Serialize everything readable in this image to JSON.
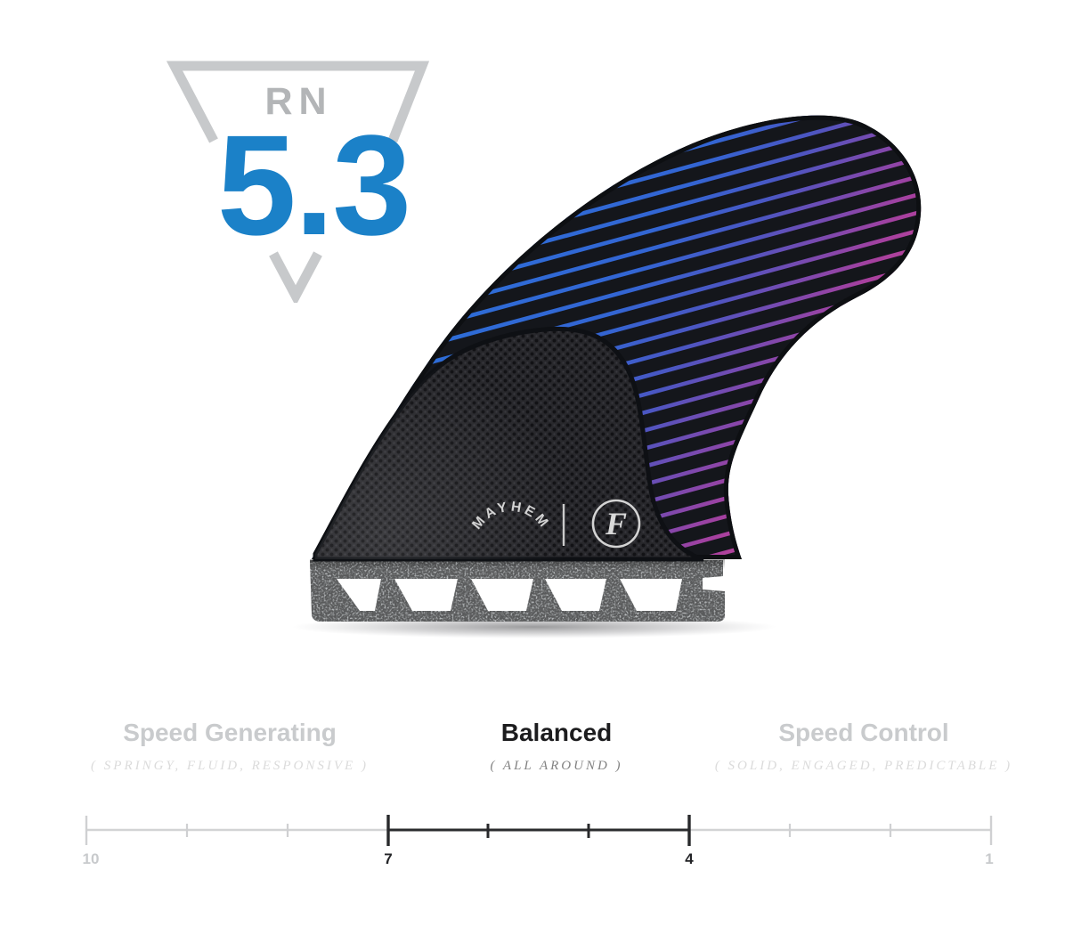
{
  "badge": {
    "template_code": "RN",
    "template_size": "5.3"
  },
  "fin_graphic": {
    "mayhem_logo_text": "MAYHEM",
    "futures_logo_letter": "F"
  },
  "spectrum": {
    "left": {
      "title": "Speed Generating",
      "subtitle": "( SPRINGY, FLUID, RESPONSIVE )",
      "active": false
    },
    "center": {
      "title": "Balanced",
      "subtitle": "( ALL AROUND )",
      "active": true
    },
    "right": {
      "title": "Speed Control",
      "subtitle": "( SOLID, ENGAGED, PREDICTABLE )",
      "active": false
    }
  },
  "scale": {
    "start_label": "10",
    "end_label": "1",
    "highlight_start_label": "7",
    "highlight_end_label": "4",
    "tick_values": [
      10,
      9,
      8,
      7,
      6,
      5,
      4,
      3,
      2,
      1
    ],
    "highlight_range": [
      7,
      4
    ]
  },
  "colors": {
    "accent_blue": "#1b81c8",
    "stripe_blue": "#2b70d9",
    "stripe_purple": "#b8459b",
    "inactive_gray": "#c9cbcd",
    "active_text": "#1c1c1e",
    "triangle_gray": "#c7c9cb",
    "scale_dark": "#2b2c2e",
    "scale_light": "#d2d3d4"
  }
}
